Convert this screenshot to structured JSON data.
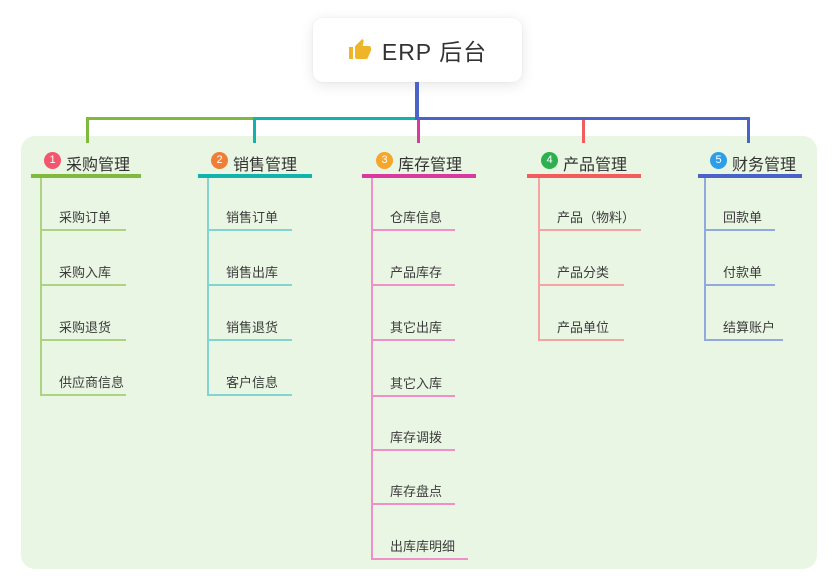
{
  "root": {
    "label": "ERP 后台",
    "icon": "thumbs-up"
  },
  "branches": [
    {
      "number": "1",
      "title": "采购管理",
      "badge_color": "#f3566e",
      "line_color": "#7fb93d",
      "child_line_color": "#abd382",
      "children": [
        "采购订单",
        "采购入库",
        "采购退货",
        "供应商信息"
      ]
    },
    {
      "number": "2",
      "title": "销售管理",
      "badge_color": "#ee7e38",
      "line_color": "#12b2ad",
      "child_line_color": "#82d5cf",
      "children": [
        "销售订单",
        "销售出库",
        "销售退货",
        "客户信息"
      ]
    },
    {
      "number": "3",
      "title": "库存管理",
      "badge_color": "#f7a52b",
      "line_color": "#da3a9f",
      "child_line_color": "#f090c8",
      "children": [
        "仓库信息",
        "产品库存",
        "其它出库",
        "其它入库",
        "库存调拨",
        "库存盘点",
        "出库库明细"
      ]
    },
    {
      "number": "4",
      "title": "产品管理",
      "badge_color": "#2cb14e",
      "line_color": "#f25c5c",
      "child_line_color": "#f7a3a3",
      "children": [
        "产品（物料）",
        "产品分类",
        "产品单位"
      ]
    },
    {
      "number": "5",
      "title": "财务管理",
      "badge_color": "#2d9fe8",
      "line_color": "#4a63c9",
      "child_line_color": "#92a9de",
      "children": [
        "回款单",
        "付款单",
        "结算账户"
      ]
    }
  ],
  "colors": {
    "root_connector": "#4a63c9",
    "panel_bg": "#e9f6e3",
    "canvas_bg": "#ffffff",
    "title_text": "#333333",
    "child_text": "#3c3c3c",
    "thumb_icon": "#f0b429"
  }
}
